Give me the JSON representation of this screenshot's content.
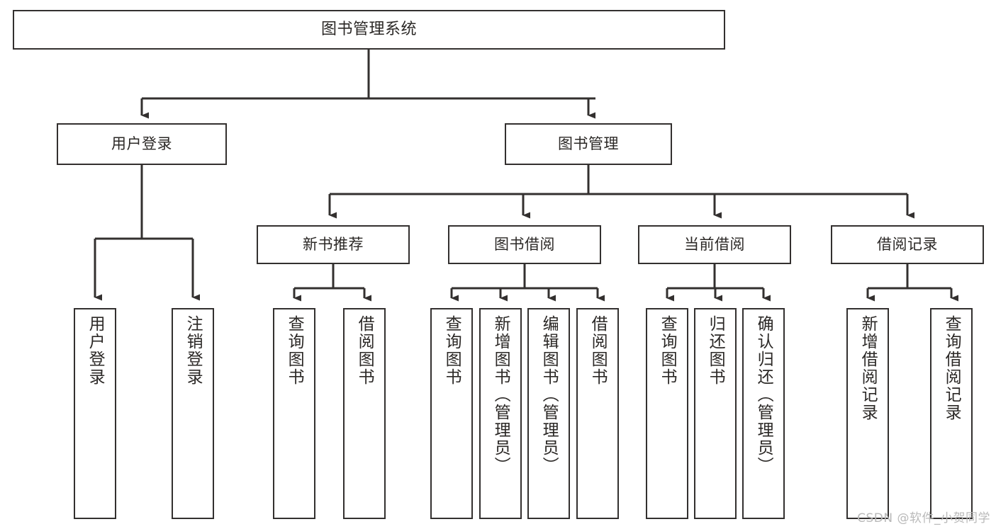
{
  "diagram": {
    "title": "图书管理系统",
    "type": "tree-hierarchy-diagram",
    "colors": {
      "box_border": "#33302f",
      "box_fill": "#ffffff",
      "text": "#2b2826",
      "edge": "#33302f",
      "watermark": "#b9b9b9"
    },
    "nodes": {
      "root": {
        "label": "图书管理系统"
      },
      "level2": [
        {
          "id": "user-login",
          "label": "用户登录"
        },
        {
          "id": "book-management",
          "label": "图书管理"
        }
      ],
      "level3": [
        {
          "id": "new-book-recommend",
          "label": "新书推荐"
        },
        {
          "id": "book-borrow",
          "label": "图书借阅"
        },
        {
          "id": "current-borrow",
          "label": "当前借阅"
        },
        {
          "id": "borrow-record",
          "label": "借阅记录"
        }
      ],
      "leaves": {
        "user-login": [
          {
            "id": "leaf-user-login",
            "label": "用户登录"
          },
          {
            "id": "leaf-logout-login",
            "label": "注销登录"
          }
        ],
        "new-book-recommend": [
          {
            "id": "leaf-query-book-1",
            "label": "查询图书"
          },
          {
            "id": "leaf-borrow-book-1",
            "label": "借阅图书"
          }
        ],
        "book-borrow": [
          {
            "id": "leaf-query-book-2",
            "label": "查询图书"
          },
          {
            "id": "leaf-add-book",
            "label": "新增图书（管理员）"
          },
          {
            "id": "leaf-edit-book",
            "label": "编辑图书（管理员）"
          },
          {
            "id": "leaf-borrow-book-2",
            "label": "借阅图书"
          }
        ],
        "current-borrow": [
          {
            "id": "leaf-query-book-3",
            "label": "查询图书"
          },
          {
            "id": "leaf-return-book",
            "label": "归还图书"
          },
          {
            "id": "leaf-confirm-return",
            "label": "确认归还（管理员）"
          }
        ],
        "borrow-record": [
          {
            "id": "leaf-add-record",
            "label": "新增借阅记录"
          },
          {
            "id": "leaf-query-record",
            "label": "查询借阅记录"
          }
        ]
      }
    },
    "watermark": "CSDN @软件_小贺同学"
  }
}
